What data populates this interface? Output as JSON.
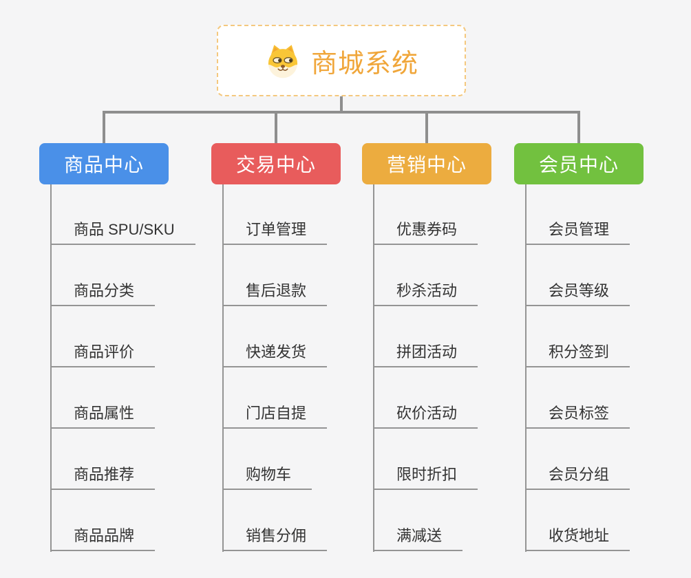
{
  "canvas": {
    "background": "#F5F5F6"
  },
  "root": {
    "label": "商城系统",
    "icon": "dog-face-icon",
    "text_color": "#F0A63A",
    "border_color": "#F4C87E"
  },
  "branches": [
    {
      "label": "商品中心",
      "color": "#4A90E8",
      "children": [
        "商品 SPU/SKU",
        "商品分类",
        "商品评价",
        "商品属性",
        "商品推荐",
        "商品品牌"
      ]
    },
    {
      "label": "交易中心",
      "color": "#E85C5C",
      "children": [
        "订单管理",
        "售后退款",
        "快递发货",
        "门店自提",
        "购物车",
        "销售分佣"
      ]
    },
    {
      "label": "营销中心",
      "color": "#ECAC3F",
      "children": [
        "优惠券码",
        "秒杀活动",
        "拼团活动",
        "砍价活动",
        "限时折扣",
        "满减送"
      ]
    },
    {
      "label": "会员中心",
      "color": "#72C13F",
      "children": [
        "会员管理",
        "会员等级",
        "积分签到",
        "会员标签",
        "会员分组",
        "收货地址"
      ]
    }
  ],
  "connector_color": "#8E8E8E",
  "leaf_line_color": "#949494"
}
